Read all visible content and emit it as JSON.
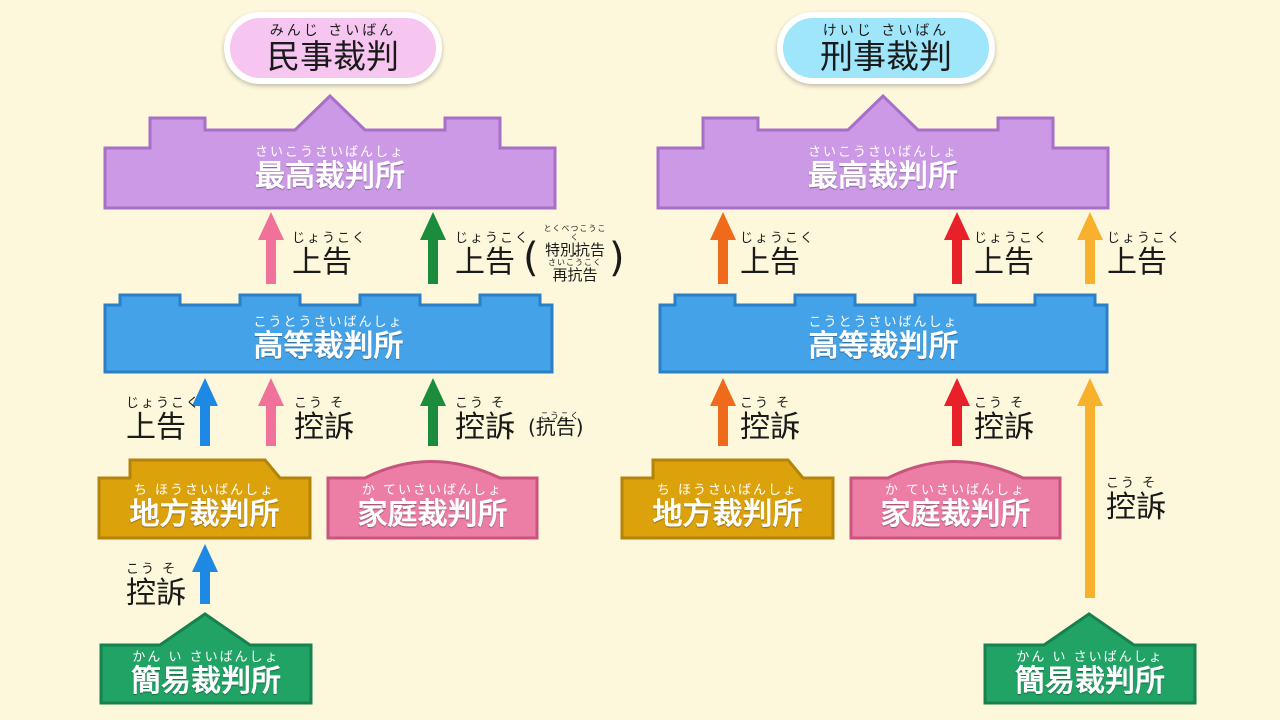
{
  "titles": {
    "civil": {
      "ruby": "みんじ さいばん",
      "text": "民事裁判"
    },
    "criminal": {
      "ruby": "けいじ さいばん",
      "text": "刑事裁判"
    }
  },
  "courts": {
    "supreme": {
      "ruby": "さいこうさいばんしょ",
      "text": "最高裁判所"
    },
    "high": {
      "ruby": "こうとうさいばんしょ",
      "text": "高等裁判所"
    },
    "district": {
      "ruby": "ち ほうさいばんしょ",
      "text": "地方裁判所"
    },
    "family": {
      "ruby": "か ていさいばんしょ",
      "text": "家庭裁判所"
    },
    "summary": {
      "ruby": "かん い さいばんしょ",
      "text": "簡易裁判所"
    }
  },
  "appeals": {
    "jokoku": {
      "ruby": "じょうこく",
      "text": "上告"
    },
    "koso": {
      "ruby": "こう そ",
      "text": "控訴"
    }
  },
  "special": {
    "tokubetsu": {
      "ruby": "とくべつこうこく",
      "text": "特別抗告"
    },
    "dot": "・",
    "saikoukoku": {
      "ruby": "さいこうこく",
      "text": "再抗告"
    },
    "paren_open": "(",
    "paren_close": ")",
    "koukoku": {
      "ruby": "こうこく",
      "text": "(抗告)"
    }
  },
  "colors": {
    "background": "#fdf8dc",
    "title_civil": "#f6c6f0",
    "title_criminal": "#9fe6fb",
    "supreme": "#cc99e6",
    "high": "#44a3e8",
    "district": "#dba20c",
    "family": "#ec7ea6",
    "summary": "#21a366",
    "arrow_pink": "#f0729a",
    "arrow_green": "#1b8c3c",
    "arrow_blue": "#1e88e5",
    "arrow_orange": "#f06a1c",
    "arrow_red": "#e8202a",
    "arrow_yellow": "#f8b12c"
  }
}
